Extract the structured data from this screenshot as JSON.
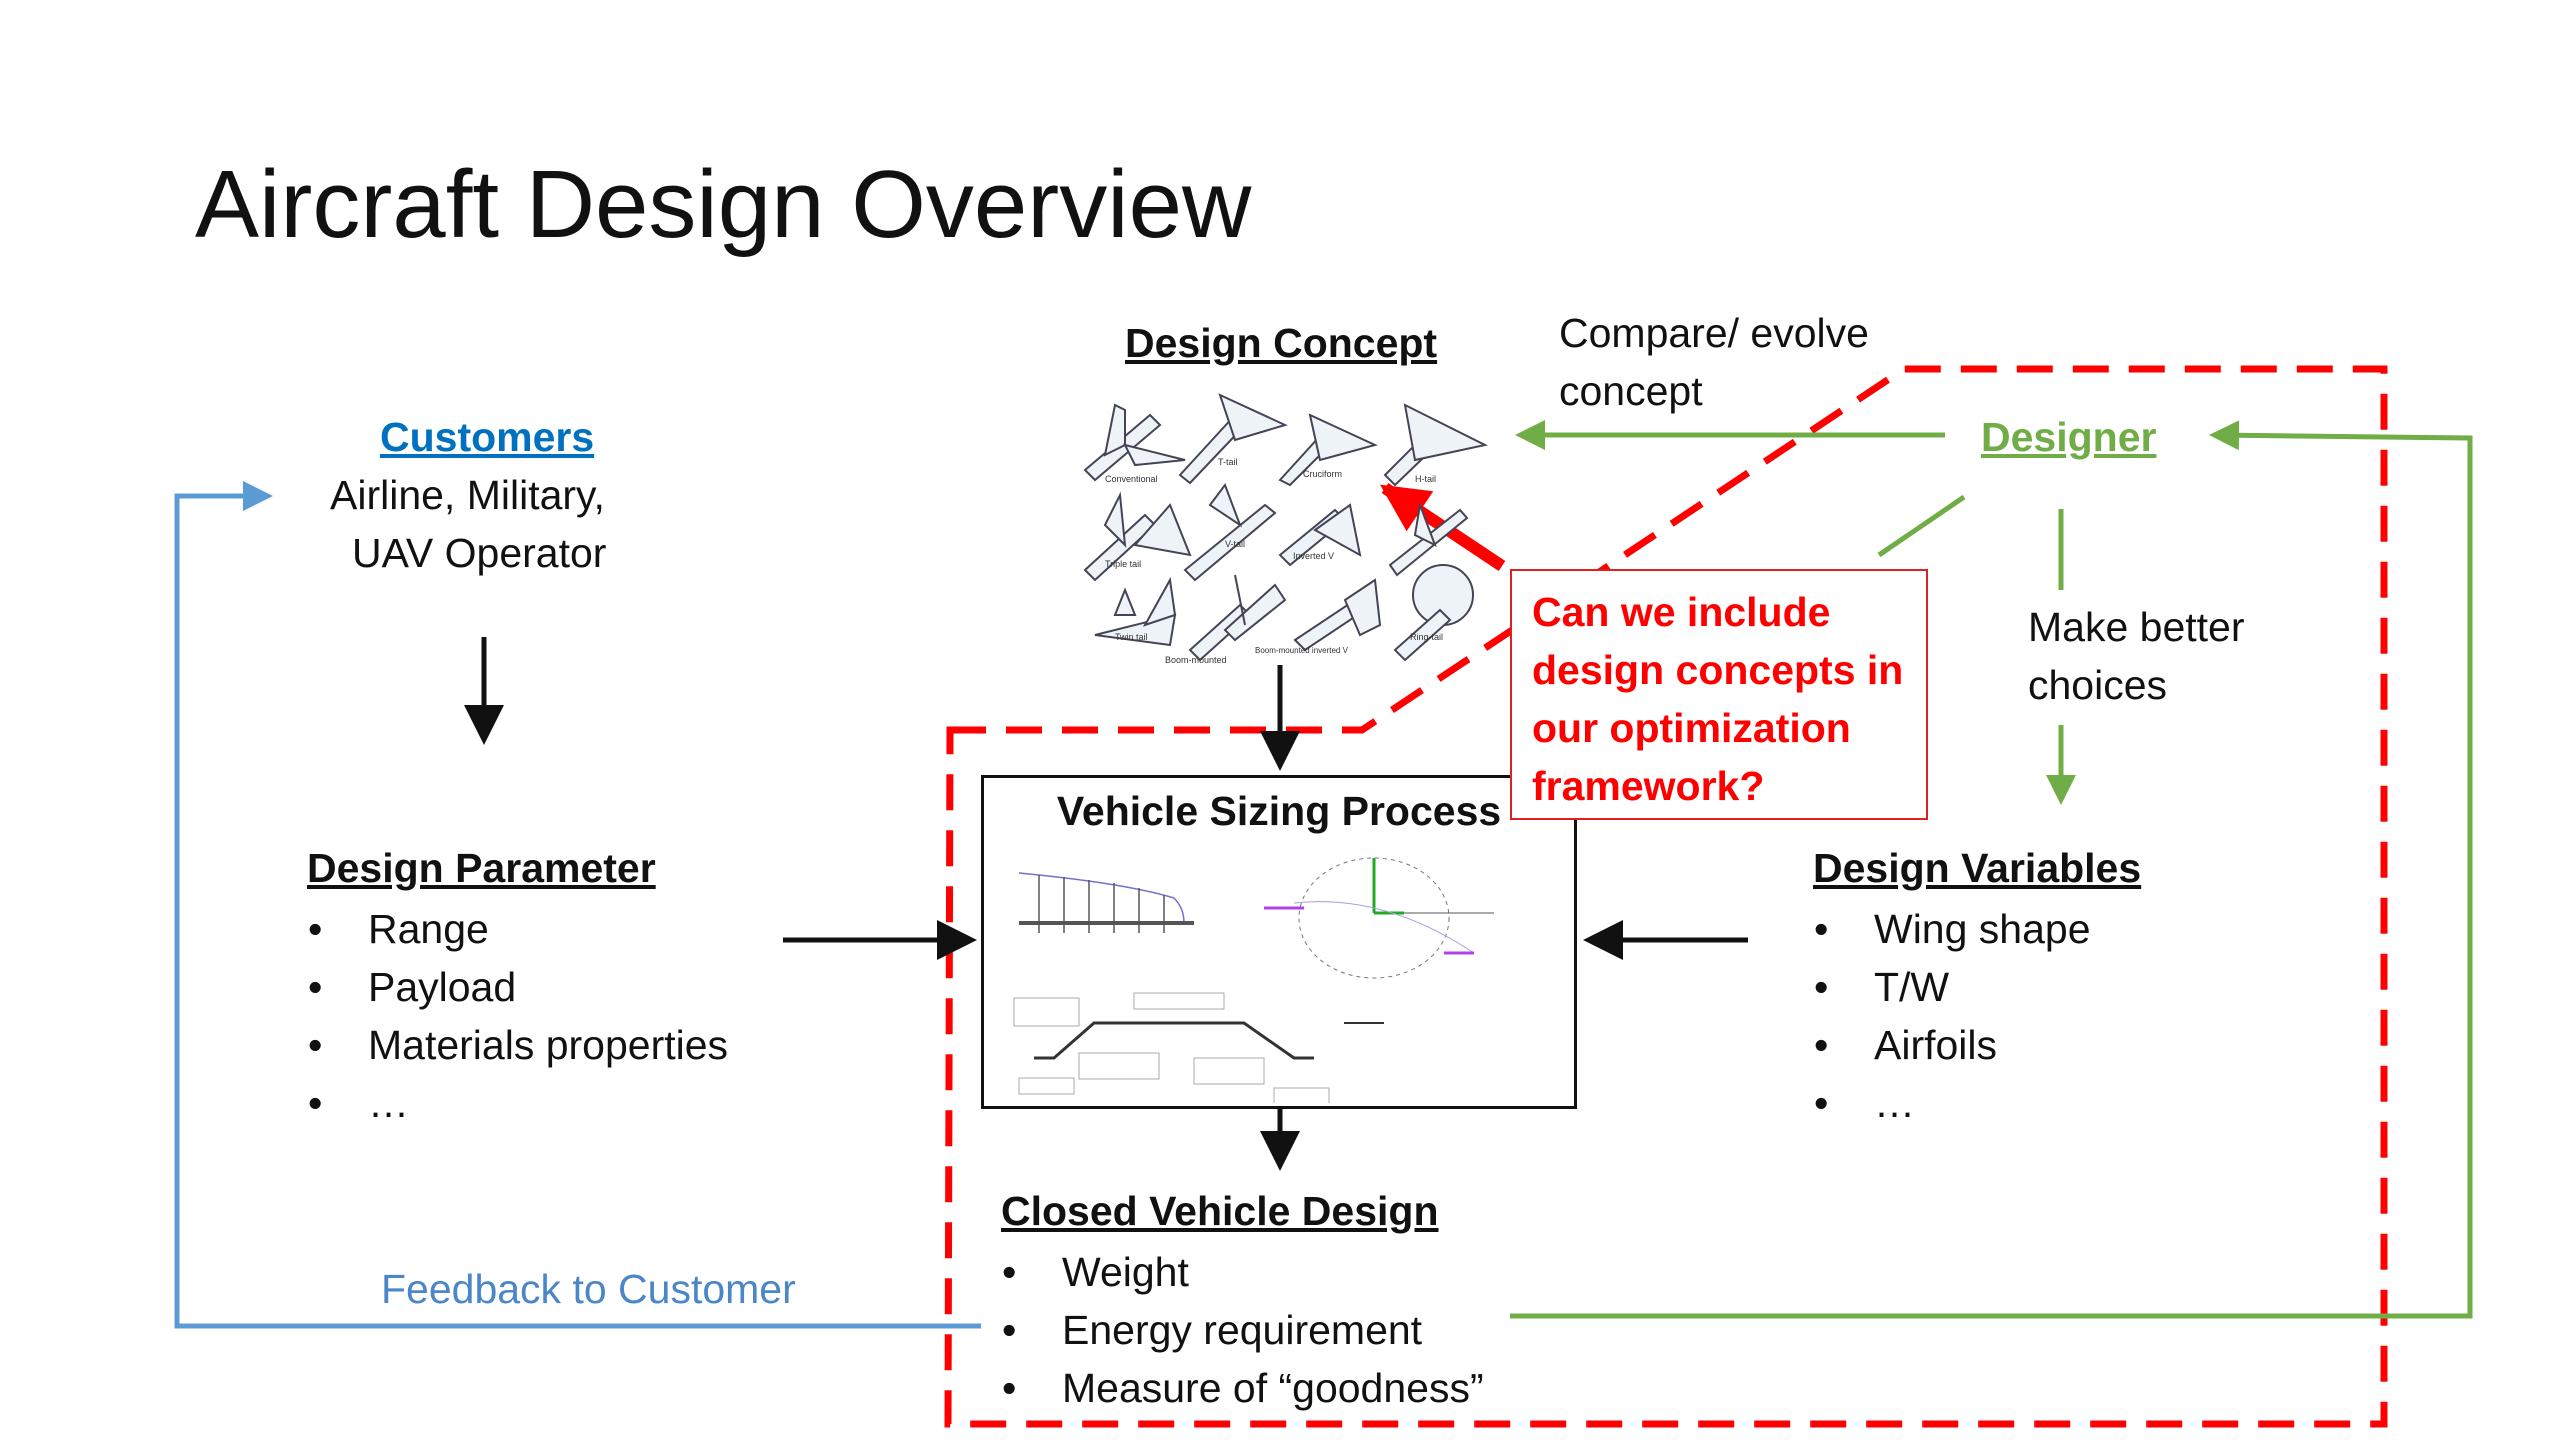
{
  "title": "Aircraft Design Overview",
  "customers": {
    "heading": "Customers",
    "line1": "Airline, Military,",
    "line2": "UAV Operator"
  },
  "design_concept": {
    "heading": "Design Concept",
    "concept_labels": [
      "Conventional",
      "T-tail",
      "Cruciform",
      "H-tail",
      "Triple tail",
      "V-tail",
      "Inverted V",
      "Twin tail",
      "Boom-mounted",
      "Boom-mounted inverted V",
      "Ring-tail"
    ]
  },
  "compare": {
    "line1": "Compare/ evolve",
    "line2": "concept"
  },
  "designer": {
    "heading": "Designer"
  },
  "make_better": {
    "line1": "Make better",
    "line2": "choices"
  },
  "question": {
    "lines": [
      "Can we include",
      "design concepts in",
      "our optimization",
      "framework?"
    ]
  },
  "design_parameter": {
    "heading": "Design Parameter",
    "items": [
      "Range",
      "Payload",
      "Materials properties",
      "…"
    ]
  },
  "vehicle_sizing": {
    "heading": "Vehicle Sizing Process"
  },
  "design_variables": {
    "heading": "Design Variables",
    "items": [
      "Wing shape",
      "T/W",
      "Airfoils",
      "…"
    ]
  },
  "closed_design": {
    "heading": "Closed Vehicle Design",
    "items": [
      "Weight",
      "Energy requirement",
      "Measure of “goodness”"
    ]
  },
  "feedback": {
    "label": "Feedback to Customer"
  },
  "colors": {
    "customer_blue": "#0070C0",
    "feedback_blue": "#5B9BD5",
    "designer_green": "#70AD47",
    "question_red": "#FF0000"
  }
}
